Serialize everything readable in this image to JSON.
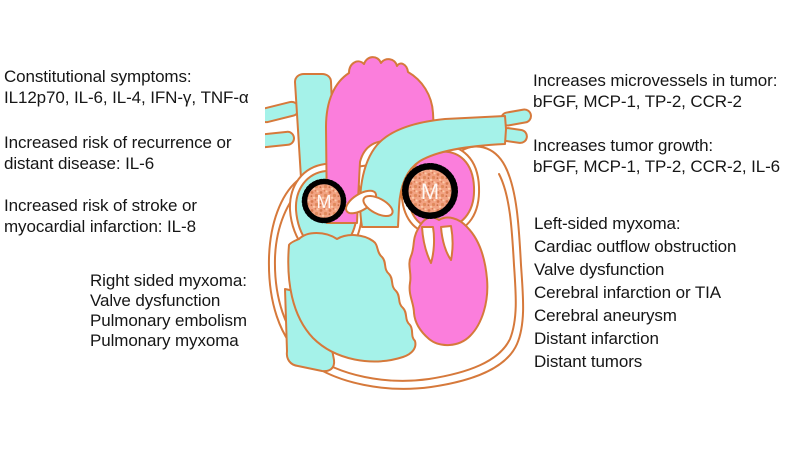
{
  "left_column": {
    "blocks": [
      {
        "name": "constitutional-symptoms",
        "lines": [
          "Constitutional symptoms:",
          "IL12p70, IL-6, IL-4, IFN-γ, TNF-α"
        ]
      },
      {
        "name": "recurrence-risk",
        "lines": [
          "Increased risk of recurrence or",
          "distant disease: IL-6"
        ]
      },
      {
        "name": "stroke-risk",
        "lines": [
          "Increased risk of stroke or",
          "myocardial infarction: IL-8"
        ]
      },
      {
        "name": "right-sided-myxoma",
        "lines": [
          "Right sided myxoma:",
          "Valve dysfunction",
          "Pulmonary embolism",
          "Pulmonary myxoma"
        ]
      }
    ]
  },
  "right_column": {
    "blocks": [
      {
        "name": "microvessels",
        "lines": [
          "Increases microvessels in tumor:",
          "bFGF, MCP-1, TP-2, CCR-2"
        ]
      },
      {
        "name": "tumor-growth",
        "lines": [
          "Increases tumor growth:",
          "bFGF, MCP-1, TP-2, CCR-2, IL-6"
        ]
      },
      {
        "name": "left-sided-myxoma",
        "lines": [
          "Left-sided myxoma:",
          "Cardiac outflow obstruction",
          "Valve dysfunction",
          "Cerebral infarction or TIA",
          "Cerebral aneurysm",
          "Distant infarction",
          "Distant tumors"
        ]
      }
    ]
  },
  "diagram": {
    "left_myxoma_label": "M",
    "right_myxoma_label": "M",
    "colors": {
      "pink": "#FB7EDC",
      "cyan": "#A5F2E9",
      "outline": "#D6793B",
      "myxoma_fill": "#F2A383",
      "myxoma_edge": "#000000",
      "text": "#161616"
    }
  }
}
